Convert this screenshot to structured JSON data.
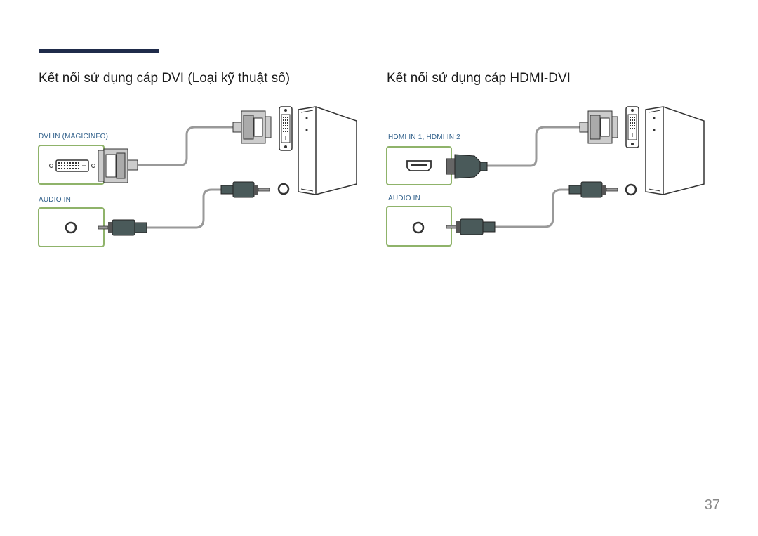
{
  "left_section": {
    "title": "Kết nối sử dụng cáp DVI (Loại kỹ thuật số)",
    "port_dvi_label": "DVI IN (MAGICINFO)",
    "port_audio_label": "AUDIO IN"
  },
  "right_section": {
    "title": "Kết nối sử dụng cáp HDMI-DVI",
    "port_hdmi_label": "HDMI IN 1, HDMI IN 2",
    "port_audio_label": "AUDIO IN"
  },
  "colors": {
    "rule": "#1f2b4a",
    "panel_border": "#8fb36a",
    "label": "#2f5f8a"
  },
  "page_number": "37"
}
